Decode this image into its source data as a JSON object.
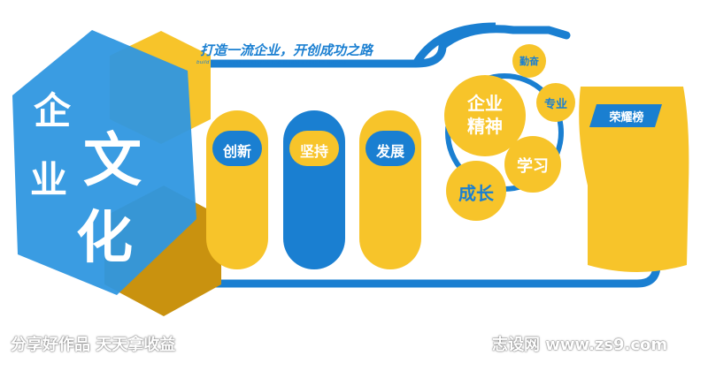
{
  "board": {
    "main_title_chars": [
      "企",
      "业",
      "文",
      "化"
    ],
    "slogan": "打造一流企业，开创成功之路",
    "slogan_en": "build a first-class enterprise and create a road to success",
    "pillars": [
      "创新",
      "坚持",
      "发展"
    ],
    "circles": {
      "spirit": "企业\n精神",
      "diligence": "勤奋",
      "professional": "专业",
      "study": "学习",
      "growth": "成长"
    },
    "honor_label": "荣耀榜"
  },
  "watermark": {
    "left": "分享好作品 天天拿收益",
    "right": "志设网 www.zs9.com"
  },
  "colors": {
    "blue": "#1a7fd1",
    "light_blue": "#3aa3e6",
    "yellow": "#f7c42a",
    "dark_gold": "#c9920f",
    "white": "#ffffff"
  }
}
